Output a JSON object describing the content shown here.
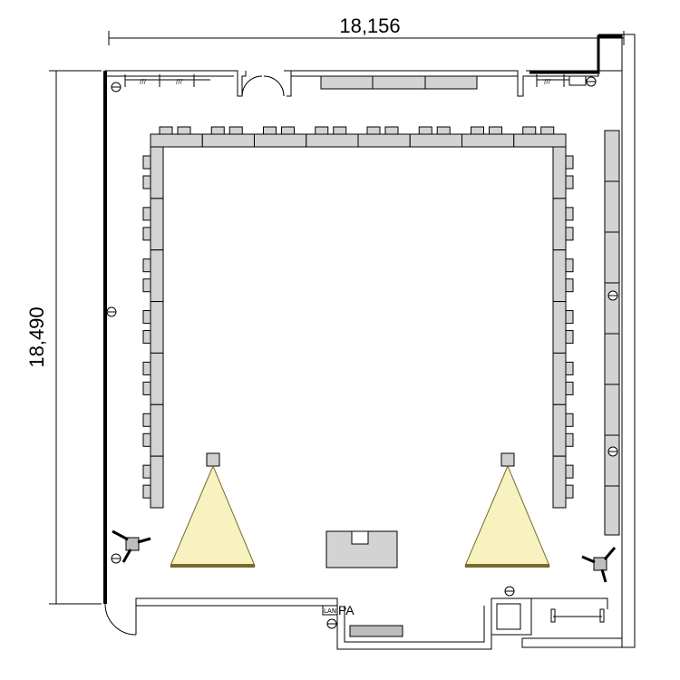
{
  "dimensions": {
    "width_label": "18,156",
    "height_label": "18,490"
  },
  "labels": {
    "lan": "LAN",
    "pa": "PA"
  },
  "colors": {
    "wall": "#000000",
    "table_fill": "#d3d3d3",
    "projection_fill": "#f7f2c0",
    "projection_stroke": "#7a6a2a"
  },
  "icons": [
    "outlet-icon",
    "speaker-icon",
    "projector-icon",
    "door-icon"
  ]
}
